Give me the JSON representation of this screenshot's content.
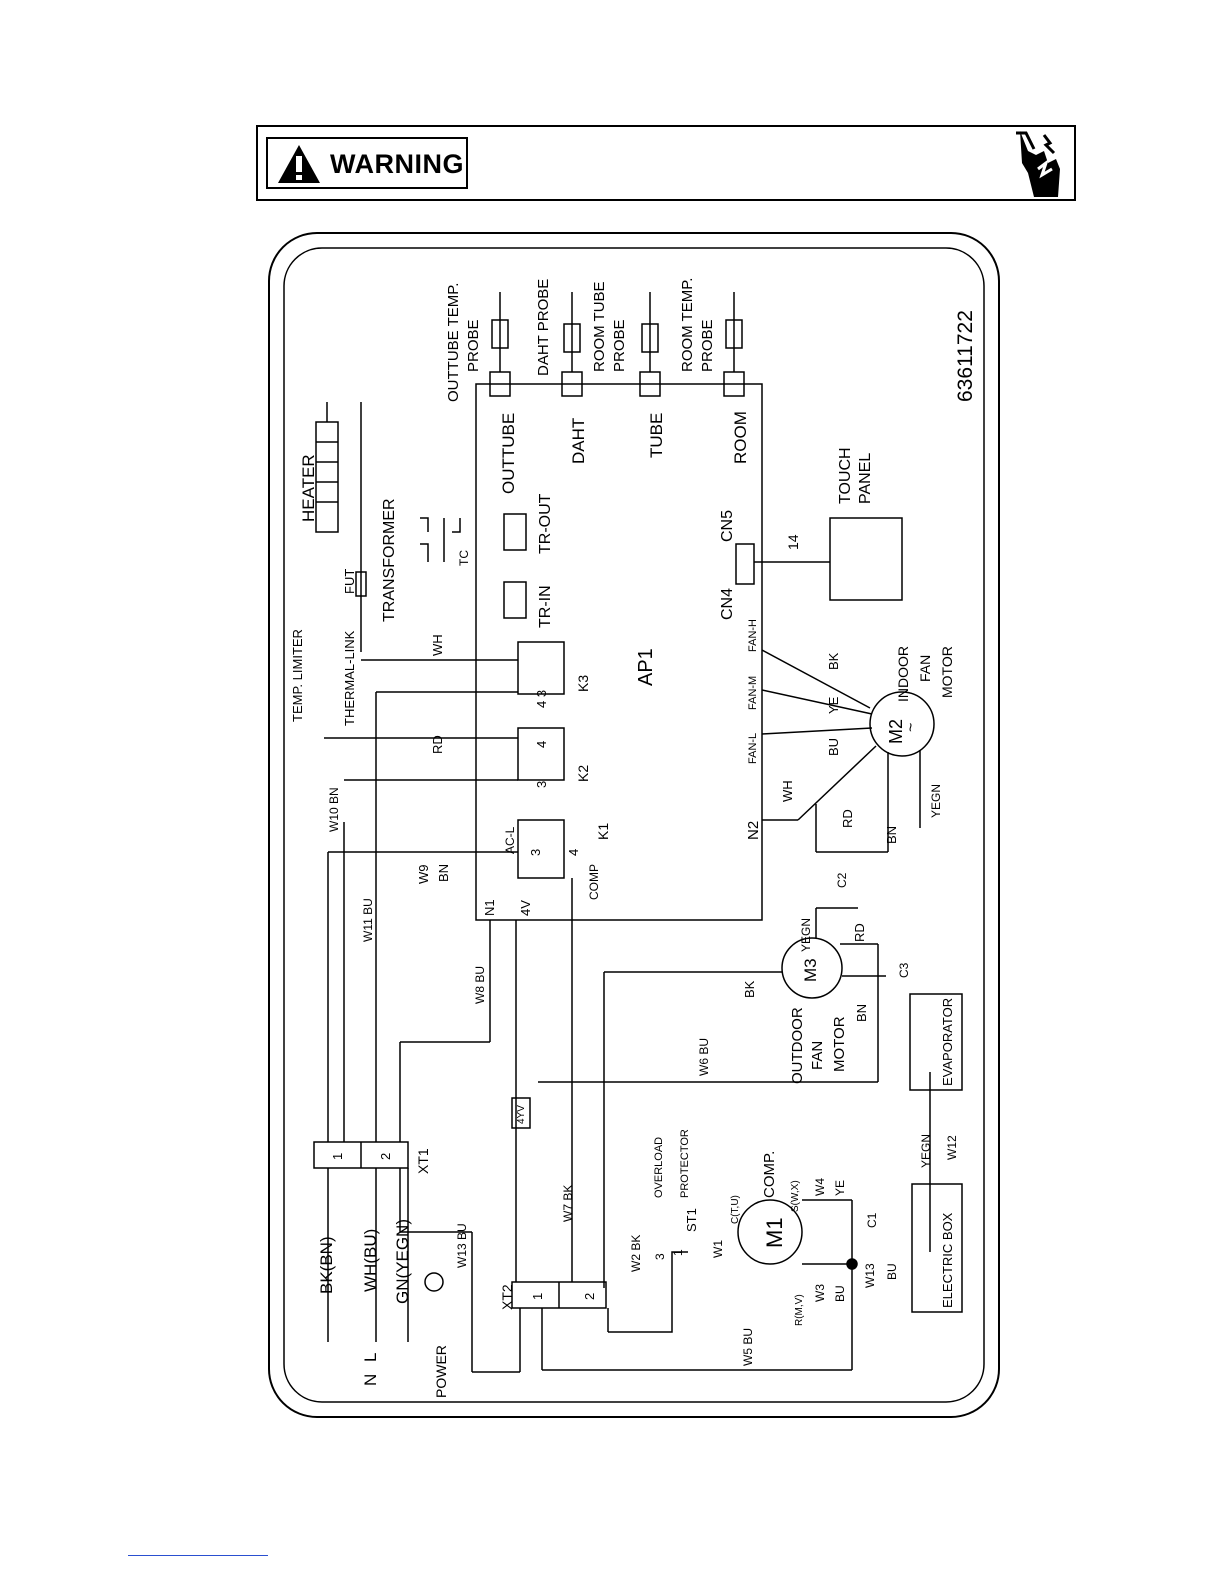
{
  "warning": {
    "label": "WARNING",
    "icons": [
      "warning-triangle-icon",
      "electric-shock-hand-icon"
    ]
  },
  "labels": {
    "outtube_temp_probe": [
      "OUTTUBE TEMP.",
      "PROBE"
    ],
    "daht_probe": "DAHT PROBE",
    "room_tube_probe": [
      "ROOM TUBE",
      "PROBE"
    ],
    "room_temp_probe": [
      "ROOM TEMP.",
      "PROBE"
    ],
    "part_number": "63611722",
    "heater": "HEATER",
    "outtube": "OUTTUBE",
    "daht": "DAHT",
    "tube": "TUBE",
    "room": "ROOM",
    "fut": "FUT",
    "transformer": "TRANSFORMER",
    "tc": "TC",
    "tr_out": "TR-OUT",
    "tr_in": "TR-IN",
    "cn5": "CN5",
    "cn4": "CN4",
    "wire_14": "14",
    "touch_panel": [
      "TOUCH",
      "PANEL"
    ],
    "temp_limiter": "TEMP. LIMITER",
    "thermal_link": "THERMAL-LINK",
    "wh": "WH",
    "k3": "K3",
    "k3_43": "4 3",
    "ap1": "AP1",
    "fan_h": "FAN-H",
    "fan_m": "FAN-M",
    "fan_l": "FAN-L",
    "bk": "BK",
    "ye": "YE",
    "bu": "BU",
    "indoor_fan_motor": [
      "INDOOR",
      "FAN",
      "MOTOR"
    ],
    "m2": "M2",
    "tilde": "~",
    "rd": "RD",
    "k2": "K2",
    "k2_4": "4",
    "k2_3": "3",
    "w10_bn": "W10 BN",
    "ac_l": "AC-L",
    "k1": "K1",
    "k1_3": "3",
    "k1_4": "4",
    "n2": "N2",
    "wh2": "WH",
    "yegn": "YEGN",
    "rd2": "RD",
    "bn": "BN",
    "c2": "C2",
    "w9": "W9",
    "bn2": "BN",
    "comp_label": "COMP",
    "n1": "N1",
    "v4": "4V",
    "w11_bu": "W11 BU",
    "yegn2": "YEGN",
    "rd3": "RD",
    "m3": "M3",
    "c3": "C3",
    "bk2": "BK",
    "bn3": "BN",
    "outdoor_fan_motor": [
      "OUTDOOR",
      "FAN",
      "MOTOR"
    ],
    "w8_bu": "W8 BU",
    "w6_bu": "W6 BU",
    "evaporator": "EVAPORATOR",
    "yv4": "4YV",
    "xt1": "XT1",
    "xt1_1": "1",
    "xt1_2": "2",
    "overload_protector": [
      "OVERLOAD",
      "PROTECTOR"
    ],
    "comp2": "COMP.",
    "m1": "M1",
    "st1": "ST1",
    "ctu": "C(T,U)",
    "swx": "S(W,X)",
    "w4": "W4",
    "ye2": "YE",
    "yegn3": "YEGN",
    "w12": "W12",
    "c1": "C1",
    "w13": "W13",
    "bu2": "BU",
    "w7_bk": "W7 BK",
    "w2_bk": "W2 BK",
    "w1": "W1",
    "st1_3": "3",
    "st1_1": "1",
    "rmv": "R(M,V)",
    "w3": "W3",
    "bu3": "BU",
    "electric_box": "ELECTRIC BOX",
    "bk_bn": "BK(BN)",
    "wh_bu": "WH(BU)",
    "gn_yegn": "GN(YEGN)",
    "w13_bu": "W13  BU",
    "xt2": "XT2",
    "xt2_1": "1",
    "xt2_2": "2",
    "l": "L",
    "n": "N",
    "power": "POWER",
    "w5_bu": "W5 BU"
  }
}
